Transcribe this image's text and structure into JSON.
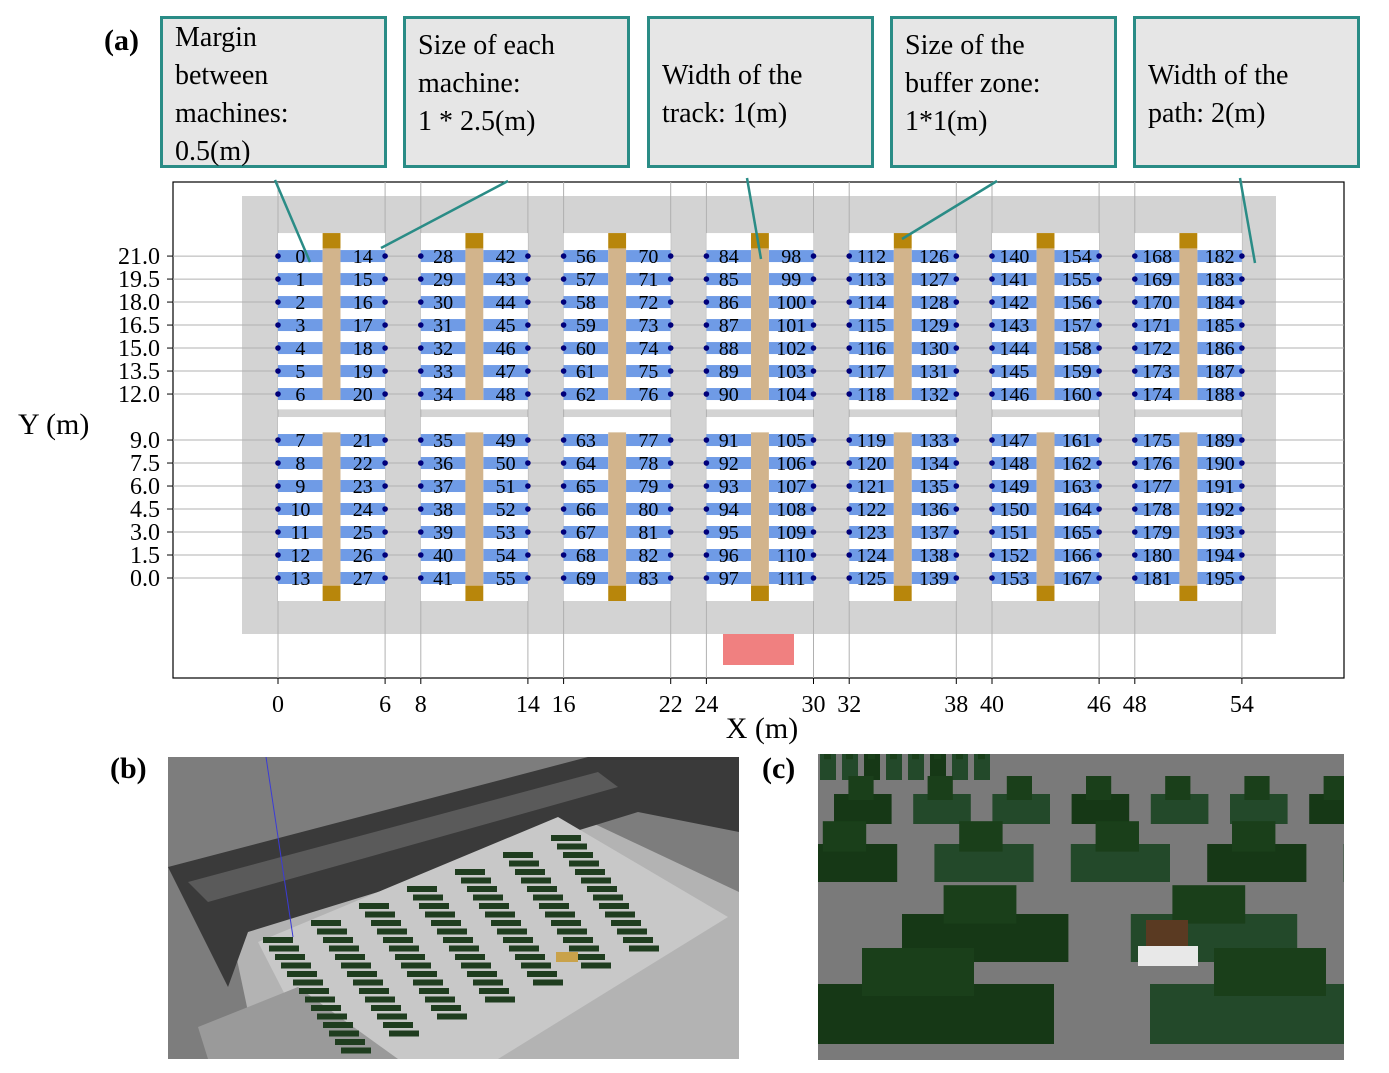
{
  "panels": {
    "a": "(a)",
    "b": "(b)",
    "c": "(c)"
  },
  "callouts": [
    {
      "id": "margin",
      "text": "Margin\nbetween\nmachines:\n0.5(m)"
    },
    {
      "id": "machine",
      "text": "Size of each\nmachine:\n1 * 2.5(m)"
    },
    {
      "id": "track",
      "text": "Width of the\ntrack: 1(m)"
    },
    {
      "id": "buffer",
      "text": "Size of the\nbuffer zone:\n1*1(m)"
    },
    {
      "id": "path",
      "text": "Width of the\npath: 2(m)"
    }
  ],
  "chart_data": {
    "type": "layout",
    "xlabel": "X (m)",
    "ylabel": "Y (m)",
    "x_ticks": [
      "0",
      "6",
      "8",
      "14",
      "16",
      "22",
      "24",
      "30",
      "32",
      "38",
      "40",
      "46",
      "48",
      "54"
    ],
    "x_tick_values": [
      0,
      6,
      8,
      14,
      16,
      22,
      24,
      30,
      32,
      38,
      40,
      46,
      48,
      54
    ],
    "y_ticks": [
      "0.0",
      "1.5",
      "3.0",
      "4.5",
      "6.0",
      "7.5",
      "9.0",
      "12.0",
      "13.5",
      "15.0",
      "16.5",
      "18.0",
      "19.5",
      "21.0"
    ],
    "y_tick_values": [
      0,
      1.5,
      3,
      4.5,
      6,
      7.5,
      9,
      12,
      13.5,
      15,
      16.5,
      18,
      19.5,
      21
    ],
    "machine_groups_x_start": [
      0,
      8,
      16,
      24,
      32,
      40,
      48
    ],
    "machines_per_column": 7,
    "machine_count": 196,
    "colors": {
      "machine": "#6f9be6",
      "track": "#d2b48c",
      "buffer": "#b8860b",
      "floor": "#d3d3d3",
      "depot": "#f08080",
      "callout_border": "#2a8c86"
    }
  }
}
